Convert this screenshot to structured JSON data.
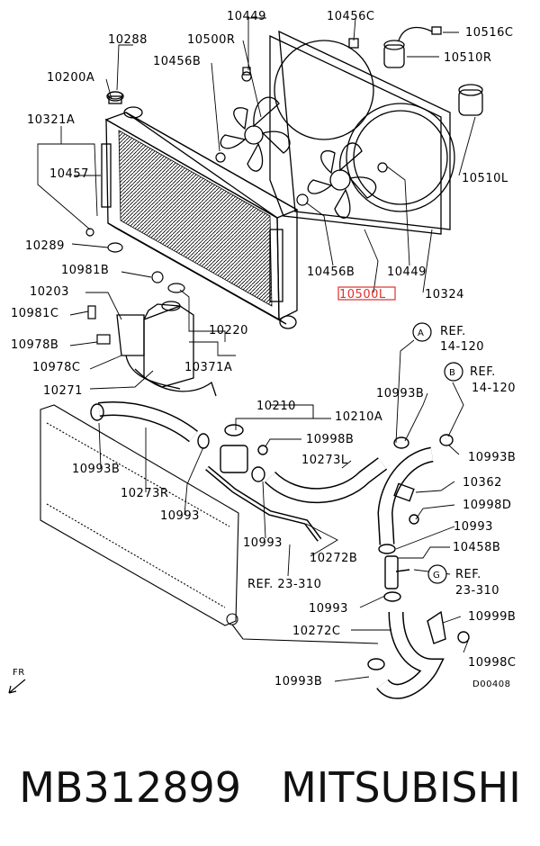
{
  "diagram": {
    "labels": {
      "l10449_top": "10449",
      "l10456c": "10456C",
      "l10516c": "10516C",
      "l10288": "10288",
      "l10500r": "10500R",
      "l10510r": "10510R",
      "l10456b_top": "10456B",
      "l10200a": "10200A",
      "l10321a": "10321A",
      "l10457": "10457",
      "l10510l": "10510L",
      "l10289": "10289",
      "l10456b_mid": "10456B",
      "l10449_mid": "10449",
      "l10981b": "10981B",
      "l10500l": "10500L",
      "l10324": "10324",
      "l10203": "10203",
      "l10981c": "10981C",
      "l10220": "10220",
      "l10978b": "10978B",
      "l10978c": "10978C",
      "l10371a": "10371A",
      "l10271": "10271",
      "ref_a_label": "REF.",
      "ref_a_num": "14-120",
      "ref_b_label": "REF.",
      "ref_b_num": "14-120",
      "l10993b_r1": "10993B",
      "l10993b_r2": "10993B",
      "l10210": "10210",
      "l10210a": "10210A",
      "l10998b": "10998B",
      "l10993b_left": "10993B",
      "l10273l": "10273L",
      "l10273r": "10273R",
      "l10362": "10362",
      "l10993_left": "10993",
      "l10998d": "10998D",
      "l10993_mid": "10993",
      "l10993_r": "10993",
      "l10272b": "10272B",
      "l10458b": "10458B",
      "ref_23_310_a": "REF. 23-310",
      "ref_g_label": "REF.",
      "ref_g_num": "23-310",
      "l10993_low": "10993",
      "l10999b": "10999B",
      "l10272c": "10272C",
      "l10998c": "10998C",
      "l10993b_bottom": "10993B",
      "fr": "FR",
      "code": "D00408",
      "circle_a": "A",
      "circle_b": "B",
      "circle_g": "G"
    }
  },
  "caption": {
    "part_number": "MB312899",
    "brand": "MITSUBISHI"
  },
  "colors": {
    "line": "#000000",
    "highlight": "#e0302a",
    "background": "#ffffff"
  }
}
